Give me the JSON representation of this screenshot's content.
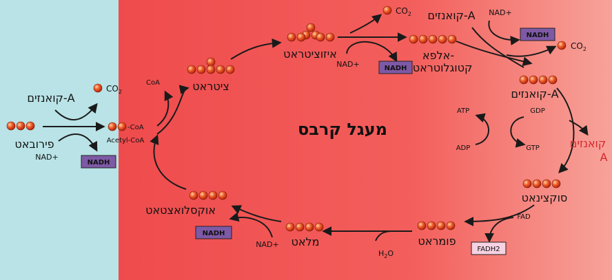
{
  "colors": {
    "left_bg": "#b9e3e6",
    "main_bg": "#f25d5b",
    "arrow": "#1a1a1a",
    "molecule": "#e2421f",
    "nadh_box": "#7e59a6",
    "fadh_box": "#f6d2e2",
    "red_text": "#d6262b"
  },
  "title": "מעגל קרבס",
  "prelude": {
    "coenzyme": "קואנזים-A",
    "pyruvate": "פירובאט",
    "nad": "NAD+",
    "nadh": "NADH",
    "co2": "CO",
    "co2_sub": "2",
    "acetyl_coa_small": "-CoA",
    "acetyl_coa": "Acetyl-CoA"
  },
  "cycle": {
    "coa": "CoA",
    "citrate": "ציטראט",
    "isocitrate": "איזוציטראט",
    "alpha_kg_line1": "אלפא-",
    "alpha_kg_line2": "קטוגלוטראט",
    "nad_isocitrate": "NAD+",
    "nadh_isocitrate": "NADH",
    "co2_isocitrate": "CO",
    "co2_isocitrate_sub": "2",
    "coenzyme_top": "קואנזים-A",
    "nad_top": "NAD+",
    "nadh_top": "NADH",
    "co2_top": "CO",
    "co2_top_sub": "2",
    "succinyl_coa": "קואנזים-A",
    "gdp": "GDP",
    "atp": "ATP",
    "adp": "ADP",
    "gtp": "GTP",
    "coenzyme_out_line1": "קואנזים",
    "coenzyme_out_line2": "A",
    "succinate": "סוקצינאט",
    "fad": "FAD",
    "fadh2": "FADH2",
    "fumarate": "פומראט",
    "h2o": "H",
    "h2o_sub": "2",
    "h2o_end": "O",
    "malate": "מלאט",
    "nad_malate": "NAD+",
    "nadh_malate": "NADH",
    "oxaloacetate": "אוקסלואצטאט"
  }
}
